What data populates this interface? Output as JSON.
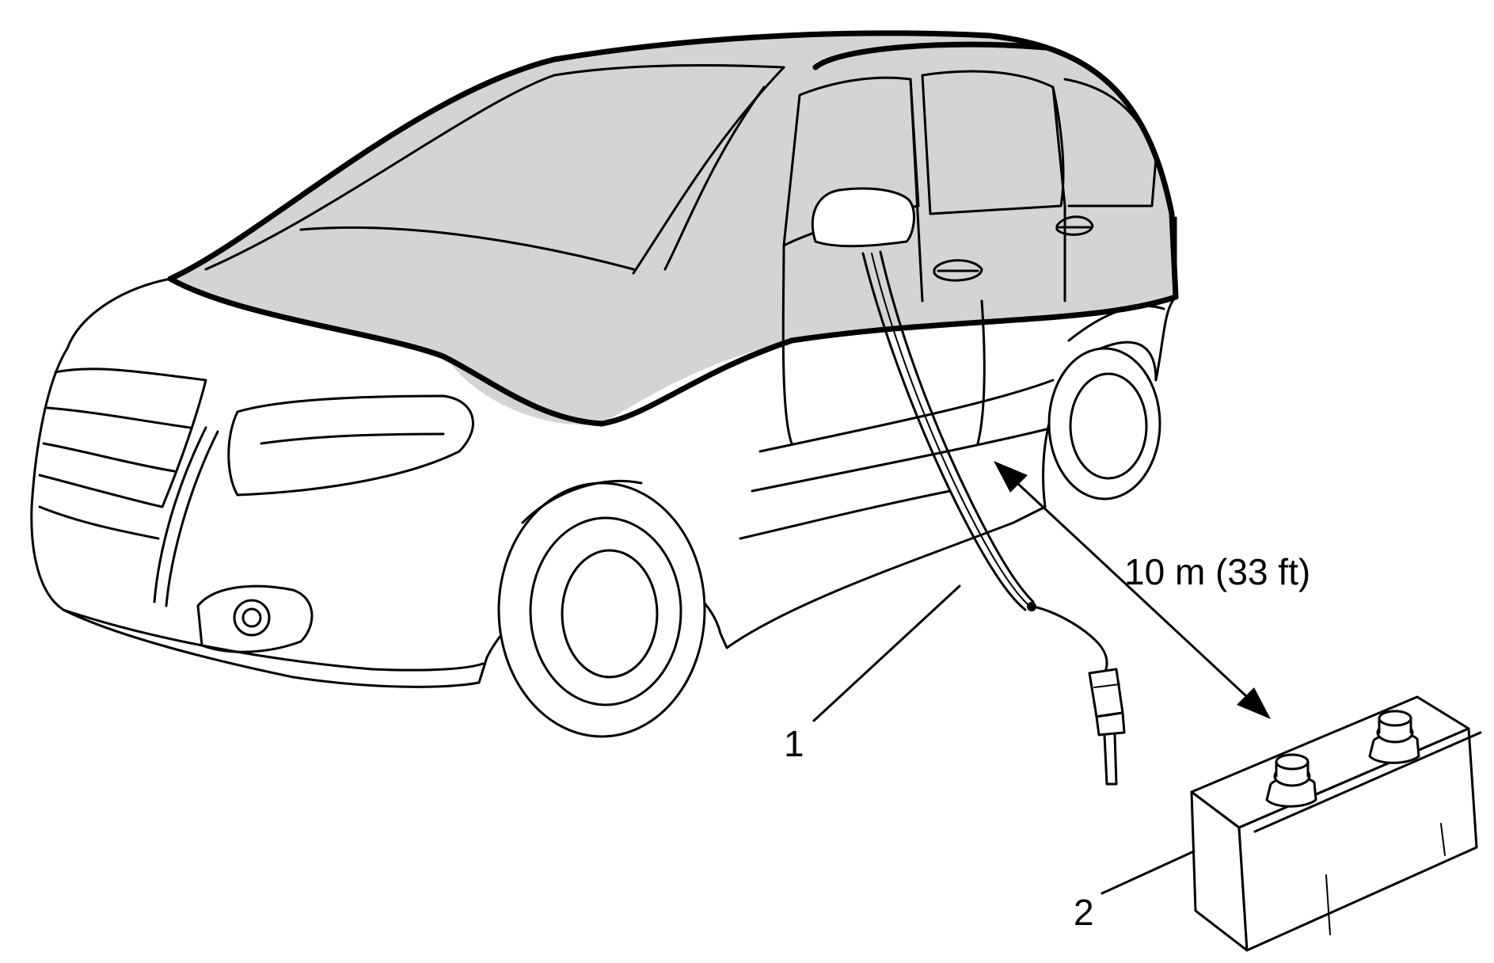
{
  "callouts": {
    "cable": "1",
    "battery": "2"
  },
  "dimension": {
    "distance_text": "10 m (33 ft)"
  },
  "colors": {
    "line": "#000000",
    "covered_area_fill": "#d4d4d4",
    "background": "#ffffff"
  }
}
